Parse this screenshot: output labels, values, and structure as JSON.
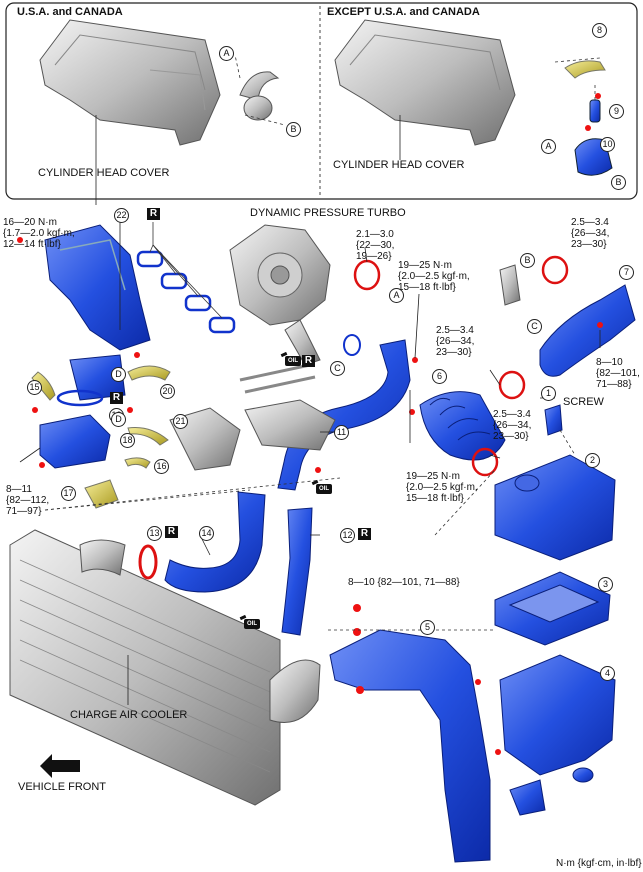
{
  "panels": {
    "left_title": "U.S.A. and CANADA",
    "right_title": "EXCEPT U.S.A. and CANADA",
    "left_cover": "CYLINDER HEAD COVER",
    "right_cover": "CYLINDER HEAD COVER"
  },
  "labels": {
    "turbo": "DYNAMIC PRESSURE TURBO",
    "cooler": "CHARGE AIR COOLER",
    "screw": "SCREW",
    "vehicle_front": "VEHICLE FRONT",
    "units": "N·m {kgf·cm, in·lbf}"
  },
  "torques": {
    "t22": "16—20 N·m\n{1.7—2.0 kgf·m,\n12—14 ft·lbf}",
    "t18": "8—11\n{82—112,\n71—97}",
    "tTurboClamp": "2.1—3.0\n{22—30,\n19—26}",
    "tTurboBolt": "19—25 N·m\n{2.0—2.5 kgf·m,\n15—18 ft·lbf}",
    "t11": "19—25 N·m\n{2.0—2.5 kgf·m,\n15—18 ft·lbf}",
    "t7top": "2.5—3.4\n{26—34,\n23—30}",
    "t7bolt": "8—10\n{82—101,\n71—88}",
    "tMidClamp": "2.5—3.4\n{26—34,\n23—30}",
    "tLowClamp": "2.5—3.4\n{26—34,\n23—30}",
    "t5": "8—10 {82—101, 71—88}"
  },
  "callouts": [
    "1",
    "2",
    "3",
    "4",
    "5",
    "6",
    "7",
    "8",
    "9",
    "10",
    "11",
    "12",
    "13",
    "14",
    "15",
    "16",
    "17",
    "18",
    "19",
    "20",
    "21",
    "22"
  ],
  "letters": [
    "A",
    "B",
    "C",
    "D"
  ],
  "r_mark": "R",
  "oil_mark": "OIL"
}
